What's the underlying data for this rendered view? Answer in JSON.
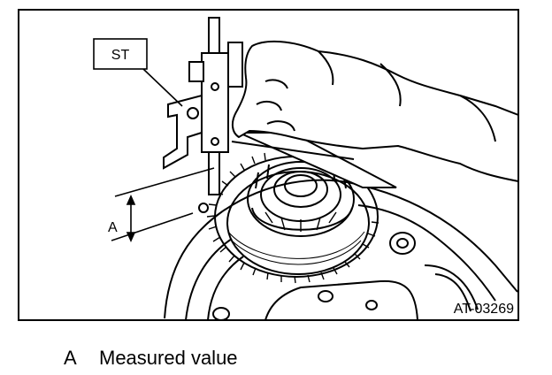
{
  "figure": {
    "callout_st": "ST",
    "dimension_label": "A",
    "figure_id": "AT-03269"
  },
  "legend": {
    "key": "A",
    "text": "Measured value"
  }
}
